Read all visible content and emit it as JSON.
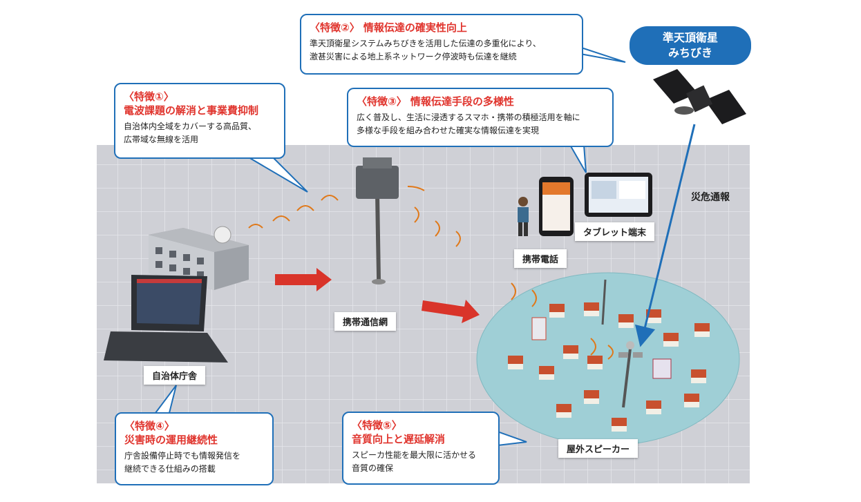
{
  "features": [
    {
      "title": "〈特徴①〉",
      "title2": "電波課題の解消と事業費抑制",
      "lines": [
        "自治体内全域をカバーする高品質、",
        "広帯域な無線を活用"
      ]
    },
    {
      "title": "〈特徴②〉 情報伝達の確実性向上",
      "lines": [
        "準天頂衛星システムみちびきを活用した伝達の多重化により、",
        "激甚災害による地上系ネットワーク停波時も伝達を継続"
      ]
    },
    {
      "title": "〈特徴③〉 情報伝達手段の多様性",
      "lines": [
        "広く普及し、生活に浸透するスマホ・携帯の積極活用を軸に",
        "多様な手段を組み合わせた確実な情報伝達を実現"
      ]
    },
    {
      "title": "〈特徴④〉",
      "title2": "災害時の運用継続性",
      "lines": [
        "庁舎設備停止時でも情報発信を",
        "継続できる仕組みの搭載"
      ]
    },
    {
      "title": "〈特徴⑤〉",
      "title2": "音質向上と遅延解消",
      "lines": [
        "スピーカ性能を最大限に活かせる",
        "音質の確保"
      ]
    }
  ],
  "labels": {
    "satellite_line1": "準天頂衛星",
    "satellite_line2": "みちびき",
    "disaster_alert": "災危通報",
    "tablet": "タブレット端末",
    "mobile_phone": "携帯電話",
    "mobile_network": "携帯通信網",
    "city_hall": "自治体庁舎",
    "outdoor_speaker": "屋外スピーカー"
  },
  "colors": {
    "accent_blue": "#1f6fb8",
    "title_red": "#e0342d",
    "arrow_red": "#d9342a",
    "floor": "#cfd0d6",
    "circle": "#9fcfd6"
  }
}
